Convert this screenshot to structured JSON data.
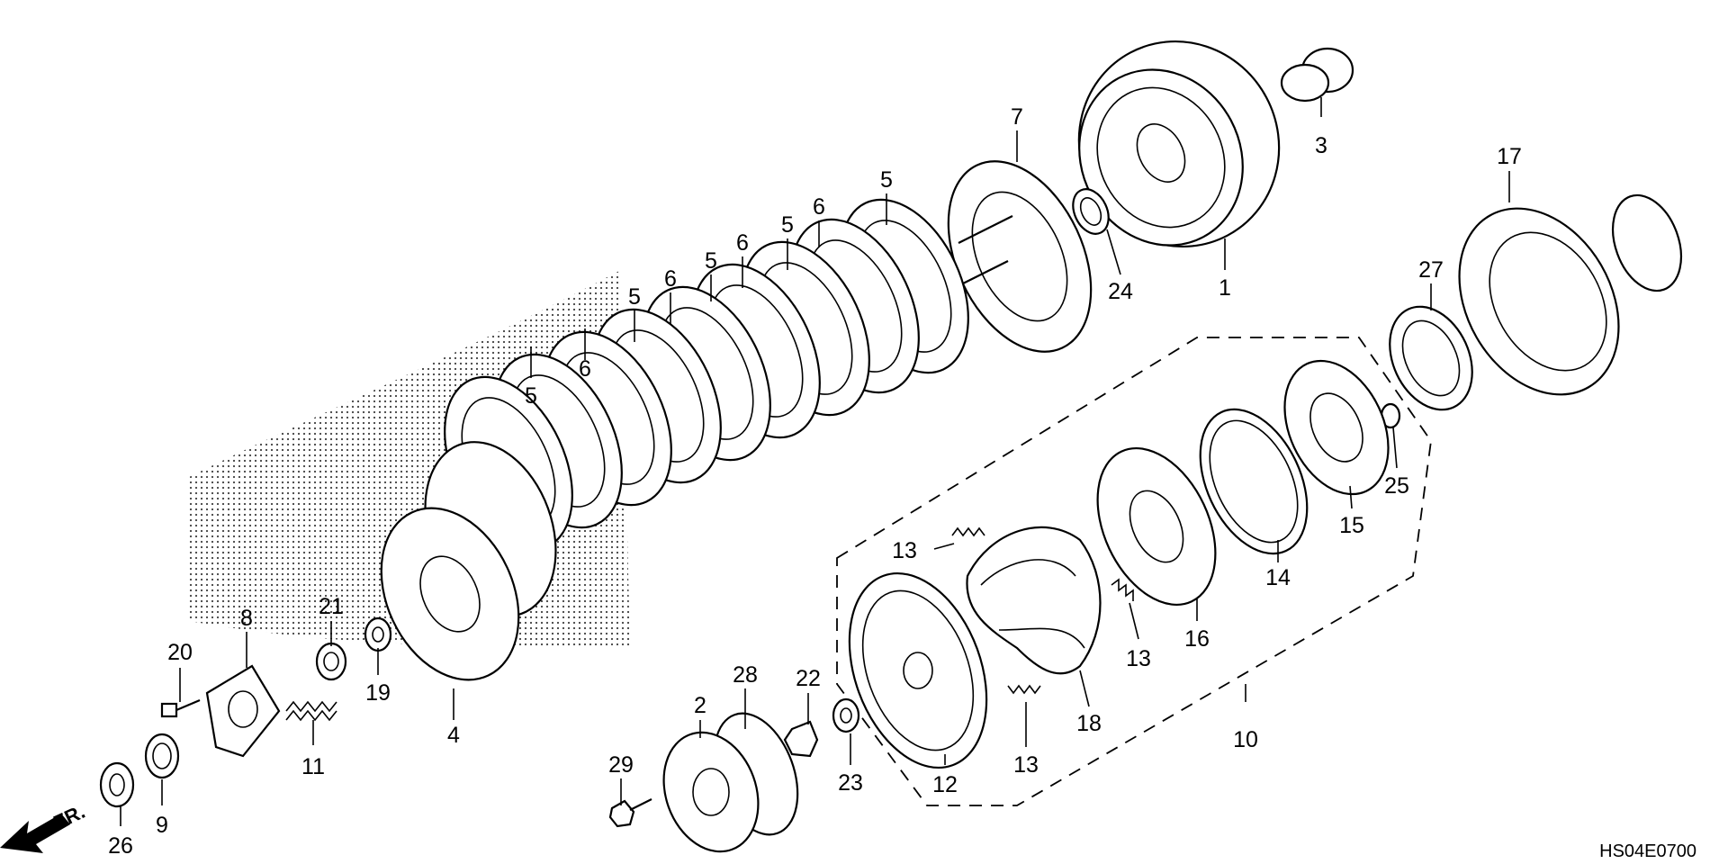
{
  "diagram_code": "HS04E0700",
  "front_marker": "FR.",
  "callouts": [
    {
      "id": "c1",
      "text": "1"
    },
    {
      "id": "c2",
      "text": "2"
    },
    {
      "id": "c3",
      "text": "3"
    },
    {
      "id": "c4",
      "text": "4"
    },
    {
      "id": "c5a",
      "text": "5"
    },
    {
      "id": "c5b",
      "text": "5"
    },
    {
      "id": "c5c",
      "text": "5"
    },
    {
      "id": "c5d",
      "text": "5"
    },
    {
      "id": "c5e",
      "text": "5"
    },
    {
      "id": "c6a",
      "text": "6"
    },
    {
      "id": "c6b",
      "text": "6"
    },
    {
      "id": "c6c",
      "text": "6"
    },
    {
      "id": "c6d",
      "text": "6"
    },
    {
      "id": "c7",
      "text": "7"
    },
    {
      "id": "c8",
      "text": "8"
    },
    {
      "id": "c9",
      "text": "9"
    },
    {
      "id": "c10",
      "text": "10"
    },
    {
      "id": "c11",
      "text": "11"
    },
    {
      "id": "c12",
      "text": "12"
    },
    {
      "id": "c13a",
      "text": "13"
    },
    {
      "id": "c13b",
      "text": "13"
    },
    {
      "id": "c13c",
      "text": "13"
    },
    {
      "id": "c14",
      "text": "14"
    },
    {
      "id": "c15",
      "text": "15"
    },
    {
      "id": "c16",
      "text": "16"
    },
    {
      "id": "c17",
      "text": "17"
    },
    {
      "id": "c18",
      "text": "18"
    },
    {
      "id": "c19",
      "text": "19"
    },
    {
      "id": "c20",
      "text": "20"
    },
    {
      "id": "c21",
      "text": "21"
    },
    {
      "id": "c22",
      "text": "22"
    },
    {
      "id": "c23",
      "text": "23"
    },
    {
      "id": "c24",
      "text": "24"
    },
    {
      "id": "c25",
      "text": "25"
    },
    {
      "id": "c26",
      "text": "26"
    },
    {
      "id": "c27",
      "text": "27"
    },
    {
      "id": "c28",
      "text": "28"
    },
    {
      "id": "c29",
      "text": "29"
    }
  ]
}
